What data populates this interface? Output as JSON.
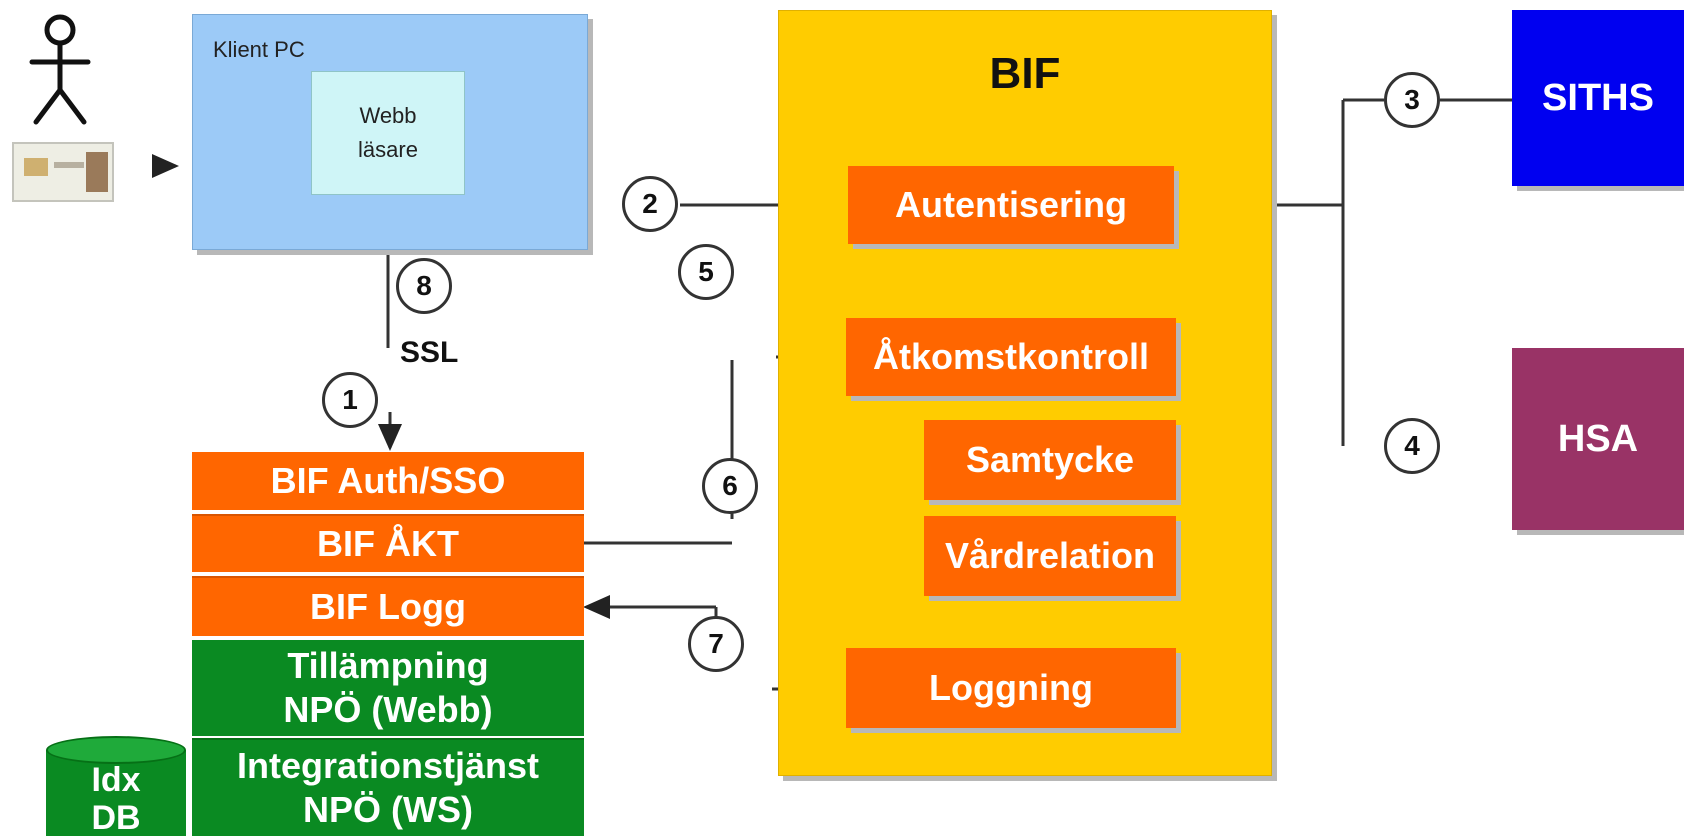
{
  "client": {
    "title": "Klient PC",
    "browser": "Webb\nläsare"
  },
  "bif_panel": {
    "title": "BIF"
  },
  "bif_modules": {
    "authentication": "Autentisering",
    "access_control": "Åtkomstkontroll",
    "consent": "Samtycke",
    "care_relation": "Vårdrelation",
    "logging": "Loggning"
  },
  "app_stack": {
    "auth_sso": "BIF Auth/SSO",
    "akt": "BIF ÅKT",
    "logg": "BIF Logg",
    "application": "Tillämpning\nNPÖ (Webb)",
    "integration": "Integrationstjänst\nNPÖ (WS)"
  },
  "database": {
    "label": "Idx\nDB"
  },
  "ssl_label": "SSL",
  "external": {
    "siths": "SITHS",
    "hsa": "HSA"
  },
  "steps": [
    "1",
    "2",
    "3",
    "4",
    "5",
    "6",
    "7",
    "8"
  ],
  "colors": {
    "client_bg": "#9ccaf7",
    "browser_bg": "#cff5f7",
    "bif_bg": "#ffcc00",
    "module_bg": "#ff6600",
    "app_bg": "#0a8a22",
    "siths_bg": "#0000f0",
    "hsa_bg": "#993366"
  }
}
